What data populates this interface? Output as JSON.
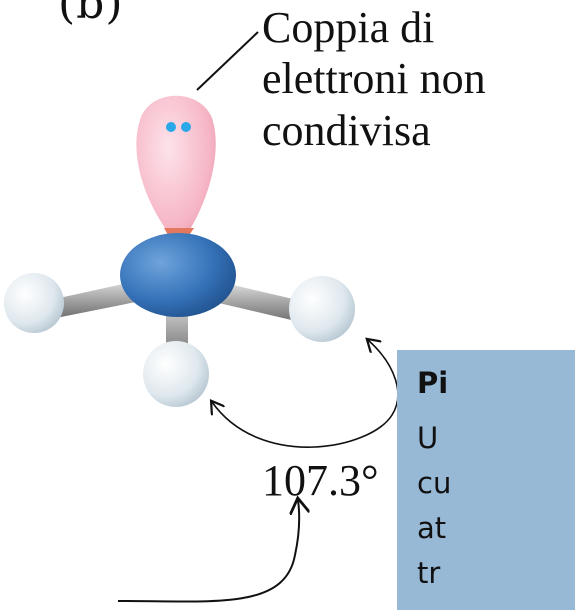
{
  "panel_label": "(b)",
  "lone_pair_label": {
    "line1": "Coppia di",
    "line2": "elettroni non",
    "line3": "condivisa"
  },
  "angle_label": "107.3°",
  "info_box": {
    "title": "Pi",
    "lines": [
      "U",
      "cu",
      "at",
      "tr"
    ]
  },
  "colors": {
    "nitrogen": "#3572b8",
    "hydrogen": "#d9e3ea",
    "lone_pair_lobe": "#f6b6c6",
    "electron_dot": "#2aa8e8",
    "bond": "#9a9a9a",
    "info_box_bg": "#97b9d6"
  }
}
